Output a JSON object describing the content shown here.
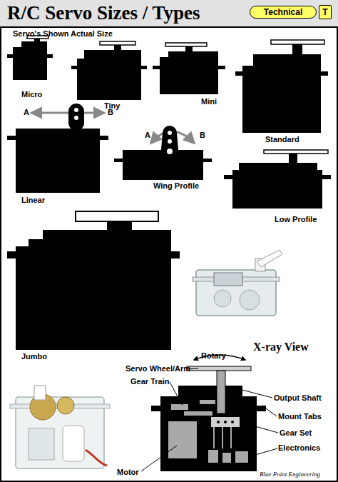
{
  "diagram": {
    "title": "R/C Servo Sizes / Types",
    "nodes": [
      {
        "text": [
          "Technical"
        ]
      },
      {
        "text": [
          "T"
        ]
      }
    ],
    "labels": [
      "Servo's Shown Actual Size",
      "Micro",
      "Tiny",
      "Mini",
      "Standard",
      "A",
      "B",
      "Linear",
      "A",
      "B",
      "Wing Profile",
      "Low Profile",
      "Jumbo",
      "X-ray View",
      "Rotary",
      "Servo Wheel/Arm",
      "Gear Train",
      "Output Shaft",
      "Mount Tabs",
      "Gear Set",
      "Electronics",
      "Motor",
      "Blue Point Engineering"
    ]
  }
}
